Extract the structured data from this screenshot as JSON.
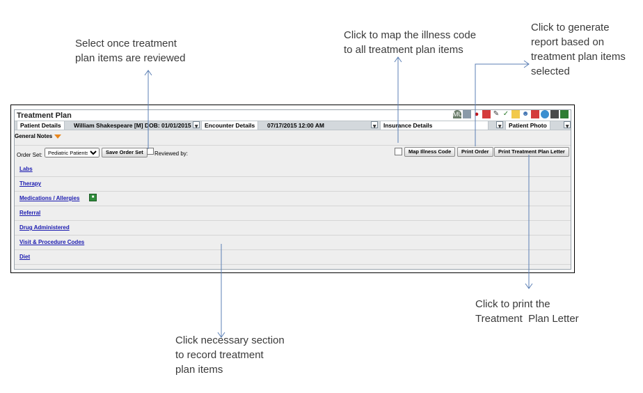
{
  "callouts": {
    "reviewed": "Select once treatment\nplan items are reviewed",
    "map_illness": "Click to map the illness code\nto all treatment plan items",
    "generate_report": "Click to generate\nreport based on\ntreatment plan items\nselected",
    "print_letter": "Click to print the\nTreatment  Plan Letter",
    "sections": "Click necessary section\nto record treatment\nplan items"
  },
  "window": {
    "title": "Treatment Plan",
    "toolbar_icons": [
      "mu-icon",
      "card-icon",
      "pin-icon",
      "flag-icon",
      "pencil-icon",
      "check-icon",
      "chart-icon",
      "people-icon",
      "calendar-icon",
      "user-icon",
      "calculator-icon",
      "exit-icon"
    ]
  },
  "infobar": {
    "patient_tab": "Patient Details",
    "patient_value": "William Shakespeare [M] DOB: 01/01/2015",
    "encounter_tab": "Encounter Details",
    "encounter_value": "07/17/2015 12:00 AM",
    "insurance_tab": "Insurance Details",
    "photo_tab": "Patient Photo"
  },
  "general_notes": "General Notes",
  "order": {
    "label": "Order Set:",
    "selected": "Pediatric Patients",
    "save_button": "Save Order Set",
    "reviewed_label": "Reviewed by:",
    "map_button": "Map Illness Code",
    "print_order_button": "Print Order",
    "print_letter_button": "Print Treatment Plan Letter"
  },
  "sections": [
    "Labs",
    "Therapy",
    "Medications / Allergies",
    "Referral",
    "Drug Administered",
    "Visit & Procedure Codes",
    "Diet"
  ],
  "colors": {
    "link": "#1a1ab0",
    "arrow": "#5b7fb4",
    "bar": "#d3d8dc"
  }
}
